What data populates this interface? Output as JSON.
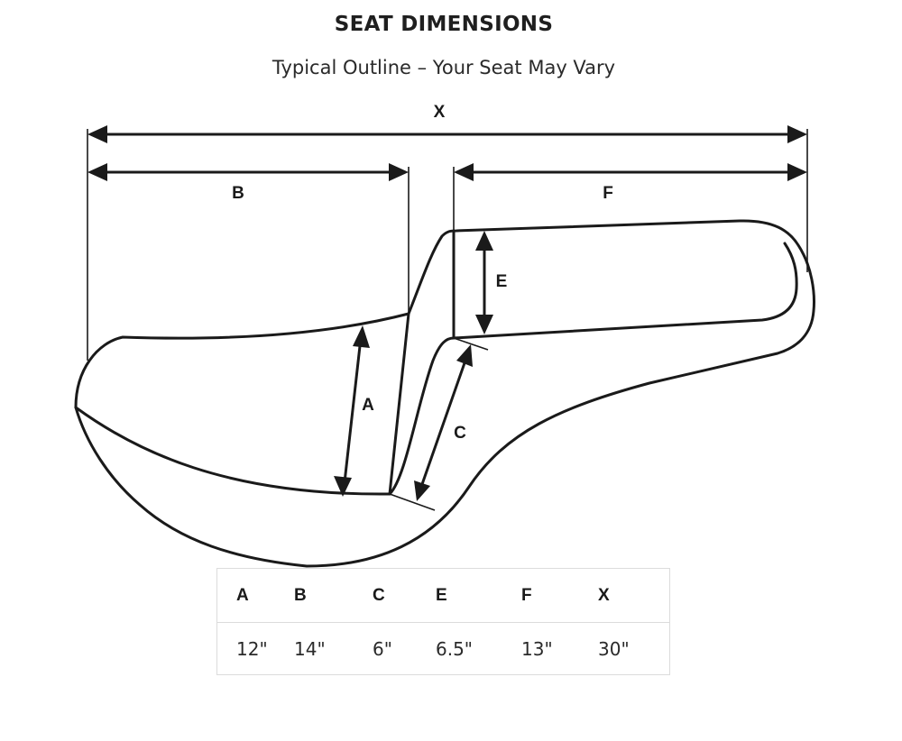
{
  "header": {
    "title": "SEAT DIMENSIONS",
    "subtitle": "Typical Outline – Your Seat May Vary"
  },
  "diagram": {
    "labels": {
      "x": "X",
      "b": "B",
      "f": "F",
      "e": "E",
      "a": "A",
      "c": "C"
    },
    "stroke_color": "#1a1a1a"
  },
  "table": {
    "headers": [
      "A",
      "B",
      "C",
      "E",
      "F",
      "X"
    ],
    "values": [
      "12\"",
      "14\"",
      "6\"",
      "6.5\"",
      "13\"",
      "30\""
    ],
    "border_color": "#dcdcdc"
  }
}
